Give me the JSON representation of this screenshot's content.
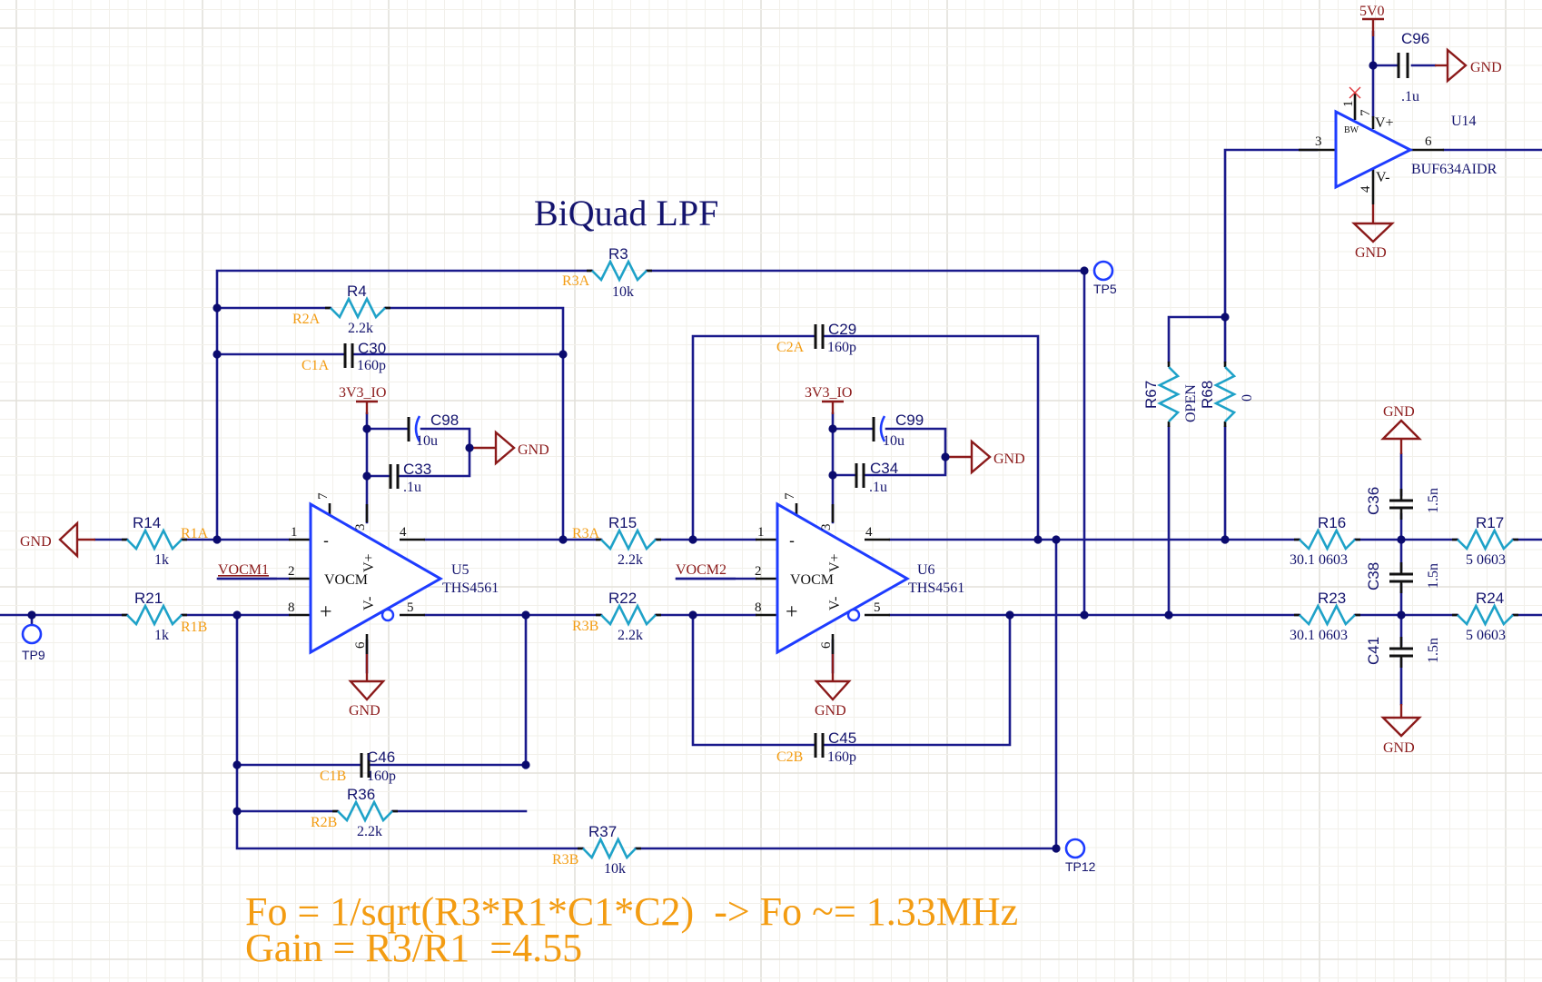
{
  "schematic": {
    "title": "BiQuad LPF",
    "colors": {
      "wire": "#1a1a8c",
      "resistor": "#1fa2c8",
      "power": "#8b1a1a",
      "net_label": "#f39c12",
      "opamp": "#1e3cff",
      "background": "#ffffff"
    },
    "formulas": {
      "fo": "Fo = 1/sqrt(R3*R1*C1*C2)  -> Fo ~= 1.33MHz",
      "gain": "Gain = R3/R1  =4.55"
    },
    "power_labels": {
      "gnd": "GND",
      "v3v3": "3V3_IO",
      "v5": "5V0"
    },
    "test_points": {
      "tp5": "TP5",
      "tp9": "TP9",
      "tp12": "TP12"
    },
    "nets": {
      "vocm1": "VOCM1",
      "vocm2": "VOCM2",
      "r1a": "R1A",
      "r1b": "R1B",
      "r2a": "R2A",
      "r2b": "R2B",
      "r3a": "R3A",
      "r3b": "R3B",
      "c1a": "C1A",
      "c1b": "C1B",
      "c2a": "C2A",
      "c2b": "C2B"
    },
    "resistors": {
      "R3": {
        "ref": "R3",
        "value": "10k"
      },
      "R4": {
        "ref": "R4",
        "value": "2.2k"
      },
      "R14": {
        "ref": "R14",
        "value": "1k"
      },
      "R21": {
        "ref": "R21",
        "value": "1k"
      },
      "R15": {
        "ref": "R15",
        "value": "2.2k"
      },
      "R22": {
        "ref": "R22",
        "value": "2.2k"
      },
      "R36": {
        "ref": "R36",
        "value": "2.2k"
      },
      "R37": {
        "ref": "R37",
        "value": "10k"
      },
      "R67": {
        "ref": "R67",
        "value": "OPEN"
      },
      "R68": {
        "ref": "R68",
        "value": "0"
      },
      "R16": {
        "ref": "R16",
        "value": "30.1 0603"
      },
      "R17": {
        "ref": "R17",
        "value": "5 0603"
      },
      "R23": {
        "ref": "R23",
        "value": "30.1 0603"
      },
      "R24": {
        "ref": "R24",
        "value": "5 0603"
      }
    },
    "capacitors": {
      "C30": {
        "ref": "C30",
        "value": "160p"
      },
      "C29": {
        "ref": "C29",
        "value": "160p"
      },
      "C46": {
        "ref": "C46",
        "value": "160p"
      },
      "C45": {
        "ref": "C45",
        "value": "160p"
      },
      "C98": {
        "ref": "C98",
        "value": "10u"
      },
      "C33": {
        "ref": "C33",
        "value": ".1u"
      },
      "C99": {
        "ref": "C99",
        "value": "10u"
      },
      "C34": {
        "ref": "C34",
        "value": ".1u"
      },
      "C96": {
        "ref": "C96",
        "value": ".1u"
      },
      "C36": {
        "ref": "C36",
        "value": "1.5n"
      },
      "C38": {
        "ref": "C38",
        "value": "1.5n"
      },
      "C41": {
        "ref": "C41",
        "value": "1.5n"
      }
    },
    "amplifiers": {
      "U5": {
        "ref": "U5",
        "part": "THS4561",
        "inner": "VOCM",
        "vplus": "V+",
        "vminus": "V-",
        "minus": "-",
        "plus": "+",
        "pins": {
          "p1": "1",
          "p2": "2",
          "p3": "3",
          "p4": "4",
          "p5": "5",
          "p6": "6",
          "p7": "7",
          "p8": "8"
        }
      },
      "U6": {
        "ref": "U6",
        "part": "THS4561",
        "inner": "VOCM",
        "vplus": "V+",
        "vminus": "V-",
        "minus": "-",
        "plus": "+",
        "pins": {
          "p1": "1",
          "p2": "2",
          "p3": "3",
          "p4": "4",
          "p5": "5",
          "p6": "6",
          "p7": "7",
          "p8": "8"
        }
      },
      "U14": {
        "ref": "U14",
        "part": "BUF634AIDR",
        "bw": "BW",
        "vplus": "V+",
        "vminus": "V-",
        "pins": {
          "p1": "1",
          "p3": "3",
          "p4": "4",
          "p6": "6",
          "p7": "7"
        }
      }
    }
  }
}
